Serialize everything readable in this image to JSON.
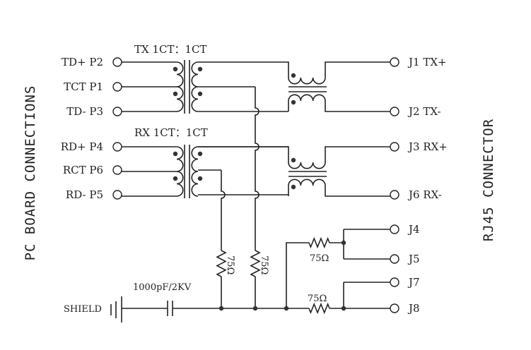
{
  "title_left": "PC BOARD CONNECTIONS",
  "title_right": "RJ45 CONNECTOR",
  "tx_transformer": "TX 1CT：1CT",
  "rx_transformer": "RX 1CT：1CT",
  "pcb_pins": [
    "TD+ P2",
    "TCT P1",
    "TD- P3",
    "RD+ P4",
    "RCT P6",
    "RD- P5"
  ],
  "rj45_pins": [
    "J1 TX+",
    "J2 TX-",
    "J3 RX+",
    "J6 RX-",
    "J4",
    "J5",
    "J7",
    "J8"
  ],
  "resistor_value": "75Ω",
  "capacitor_value": "1000pF/2KV",
  "shield_label": "SHIELD"
}
